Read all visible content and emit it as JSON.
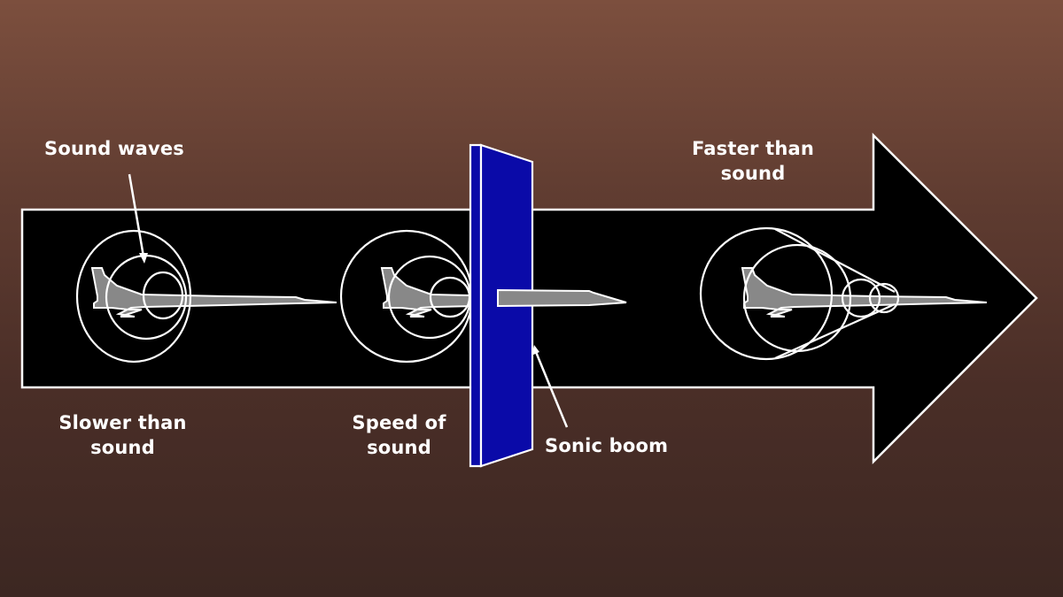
{
  "diagram": {
    "title": "",
    "colors": {
      "background_top": "#7c4f3e",
      "background_bottom": "#3c2722",
      "arrow_fill": "#000000",
      "outline": "#ffffff",
      "plane_fill": "#888888",
      "sonic_wall": "#0a0aa8"
    },
    "labels": {
      "sound_waves": "Sound waves",
      "slower": [
        "Slower than",
        "sound"
      ],
      "speed_of_sound": [
        "Speed of",
        "sound"
      ],
      "sonic_boom": "Sonic boom",
      "faster": [
        "Faster than",
        "sound"
      ]
    },
    "stages": [
      {
        "name": "Slower than sound",
        "wave_pattern": "concentric-offset-circles"
      },
      {
        "name": "Speed of sound",
        "wave_pattern": "circles-touching-at-nose"
      },
      {
        "name": "Faster than sound",
        "wave_pattern": "mach-cone"
      }
    ]
  }
}
